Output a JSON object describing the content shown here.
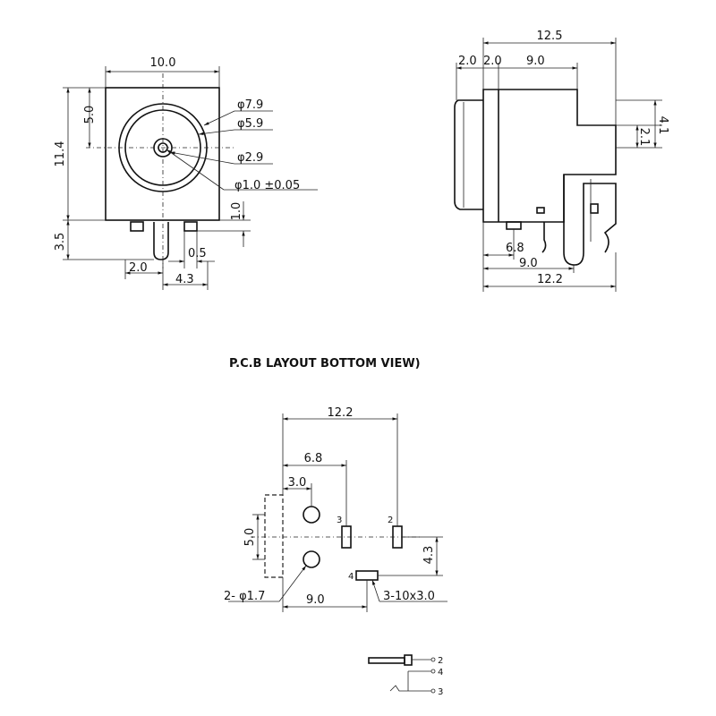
{
  "front_view": {
    "width": "10.0",
    "height": "11.4",
    "center_height": "5.0",
    "dia_outer": "φ7.9",
    "dia_ring": "φ5.9",
    "dia_hole": "φ2.9",
    "dia_pin": "φ1.0 ±0.05",
    "pin_height": "1.0",
    "pin_length": "3.5",
    "pin_thickness": "0.5",
    "pin_offset": "2.0",
    "pin_spacing": "4.3"
  },
  "side_view": {
    "total_length": "12.5",
    "seg_a": "2.0",
    "seg_b": "2.0",
    "seg_c": "9.0",
    "step_height": "4.1",
    "step_inner": "2.1",
    "pin_a": "6.8",
    "pin_b": "9.0",
    "pin_c": "12.2"
  },
  "pcb_layout": {
    "title": "P.C.B  LAYOUT BOTTOM VIEW)",
    "total": "12.2",
    "mid": "6.8",
    "near": "3.0",
    "hole_spacing": "5.0",
    "offset_vertical": "4.3",
    "hole_dia": "2- φ1.7",
    "slot_offset": "9.0",
    "slot_size": "3-10x3.0",
    "pin_label_3": "3",
    "pin_label_2": "2",
    "pin_label_4": "4"
  },
  "schematic": {
    "pin_2": "2",
    "pin_4": "4",
    "pin_3": "3"
  }
}
